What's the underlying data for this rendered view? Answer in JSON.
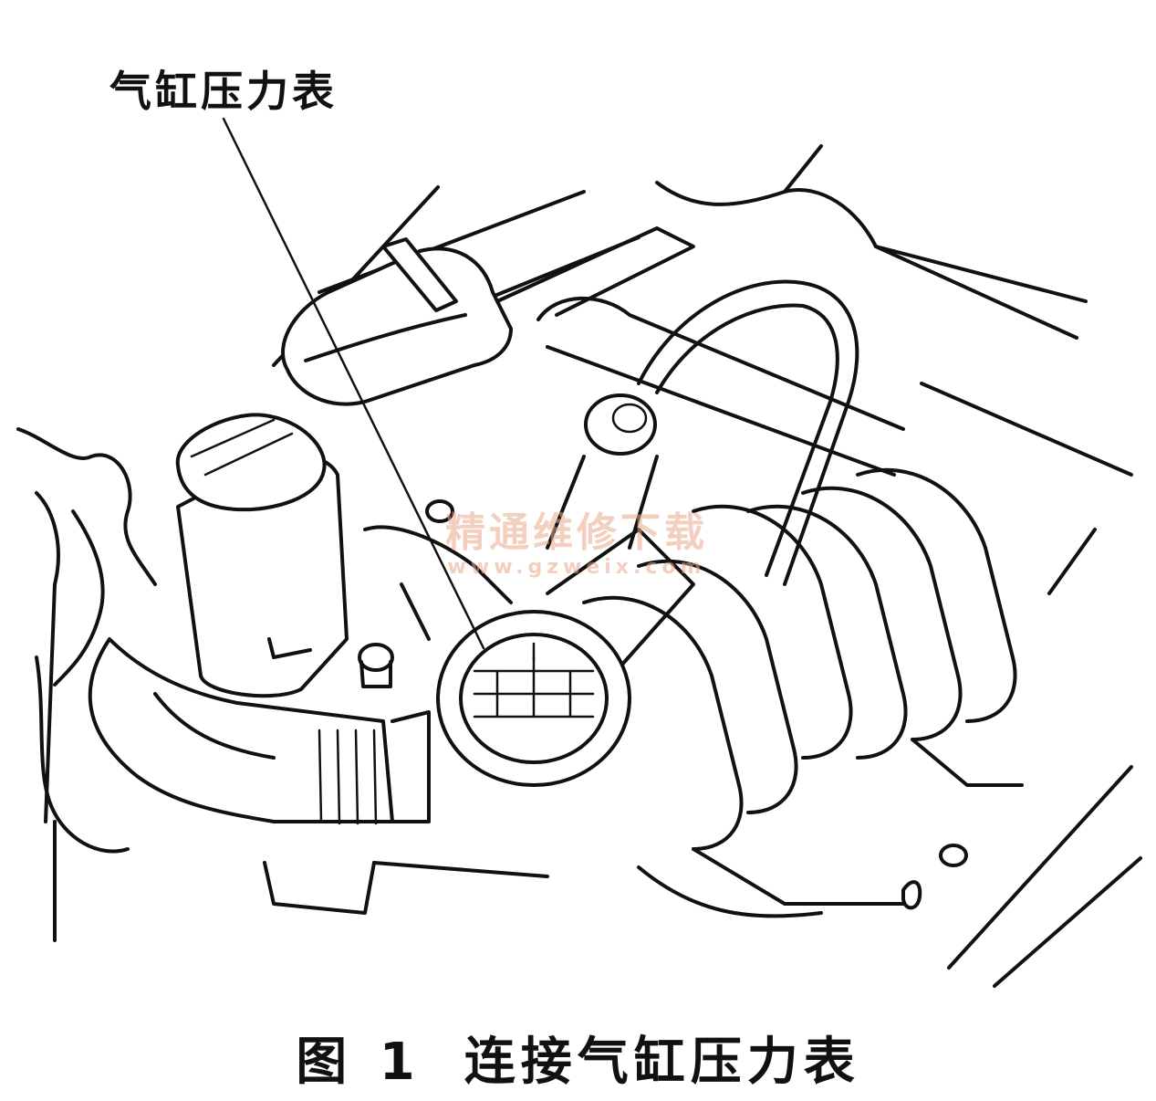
{
  "figure": {
    "callout_label": "气缸压力表",
    "caption_number": "图 1",
    "caption_title": "连接气缸压力表"
  },
  "watermark": {
    "text": "精通维修下载",
    "url": "www.gzweix.com"
  }
}
